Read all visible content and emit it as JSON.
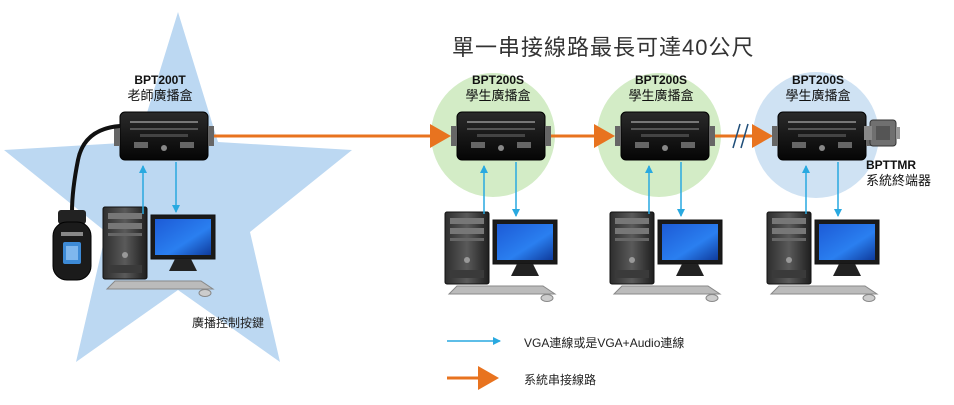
{
  "title": "單一串接線路最長可達40公尺",
  "teacher_box": {
    "model": "BPT200T",
    "name": "老師廣播盒"
  },
  "student_boxes": [
    {
      "model": "BPT200S",
      "name": "學生廣播盒"
    },
    {
      "model": "BPT200S",
      "name": "學生廣播盒"
    },
    {
      "model": "BPT200S",
      "name": "學生廣播盒"
    }
  ],
  "terminator": {
    "model": "BPTTMR",
    "name": "系統終端器"
  },
  "broadcast_key_label": "廣播控制按鍵",
  "legend": [
    {
      "label": "VGA連線或是VGA+Audio連線",
      "color": "#29a9e0"
    },
    {
      "label": "系統串接線路",
      "color": "#e8731f"
    }
  ],
  "colors": {
    "star": "#b9d7f2",
    "circle": "#d2ebc4",
    "circle_last": "#cfe2f3",
    "orange": "#e8731f",
    "blue": "#29a9e0"
  }
}
